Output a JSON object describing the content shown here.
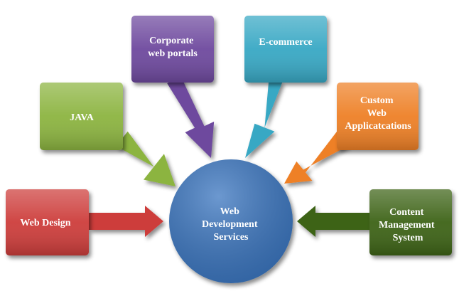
{
  "center": {
    "lines": [
      "Web",
      "Development",
      "Services"
    ],
    "color": "#3a76c0"
  },
  "nodes": [
    {
      "id": "corporate",
      "lines": [
        "Corporate",
        "web portals"
      ],
      "color": "#6e4a9e"
    },
    {
      "id": "ecommerce",
      "lines": [
        "E-commerce"
      ],
      "color": "#38a8c4"
    },
    {
      "id": "java",
      "lines": [
        "JAVA"
      ],
      "color": "#8cb441"
    },
    {
      "id": "custom",
      "lines": [
        "Custom",
        "Web",
        "Applicatcations"
      ],
      "color": "#ee8028"
    },
    {
      "id": "webdesign",
      "lines": [
        "Web Design"
      ],
      "color": "#cd3d3a"
    },
    {
      "id": "cms",
      "lines": [
        "Content",
        "Management",
        "System"
      ],
      "color": "#3c6417"
    }
  ]
}
